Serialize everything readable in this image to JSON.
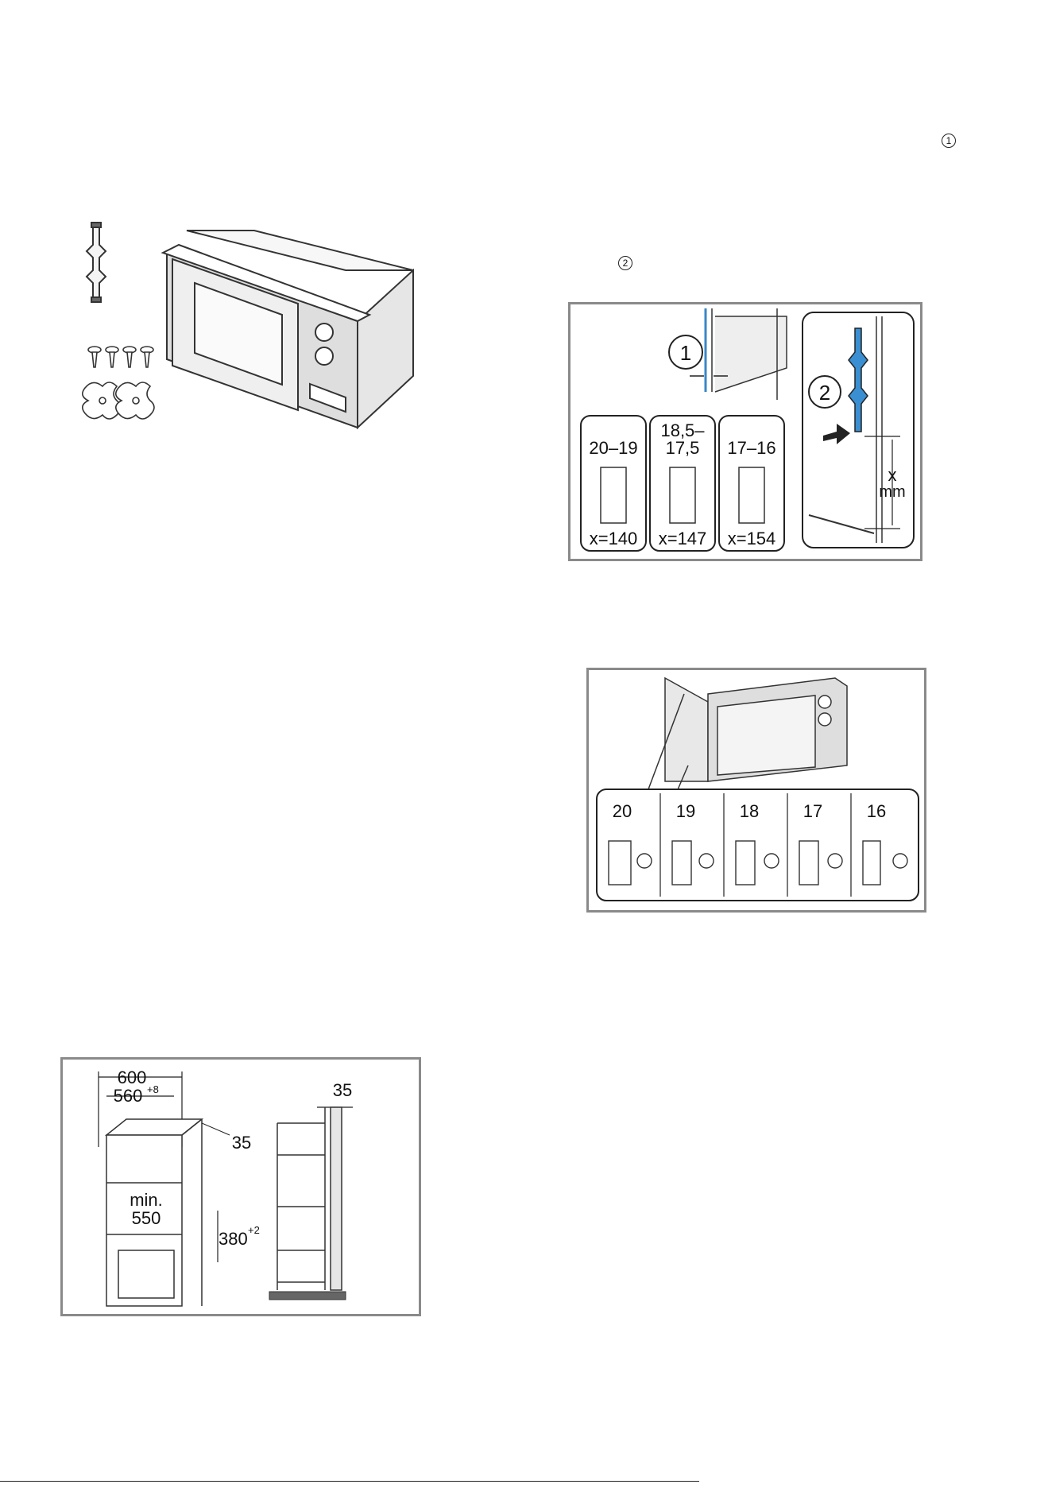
{
  "markers": {
    "m1": "1",
    "m2": "2"
  },
  "fig_bracket": {
    "callout1": "1",
    "callout2": "2",
    "cols": [
      {
        "thickness": "20–19",
        "x": "x=140"
      },
      {
        "thickness_line1": "18,5–",
        "thickness_line2": "17,5",
        "x": "x=147"
      },
      {
        "thickness": "17–16",
        "x": "x=154"
      }
    ],
    "x_label": "x",
    "mm_label": "mm"
  },
  "fig_spacers": {
    "values": [
      "20",
      "19",
      "18",
      "17",
      "16"
    ]
  },
  "fig_niche": {
    "w600": "600",
    "w560": "560",
    "w560_sup": "+8",
    "d35": "35",
    "min": "min.",
    "d550": "550",
    "h380": "380",
    "h380_sup": "+2",
    "side35": "35"
  }
}
